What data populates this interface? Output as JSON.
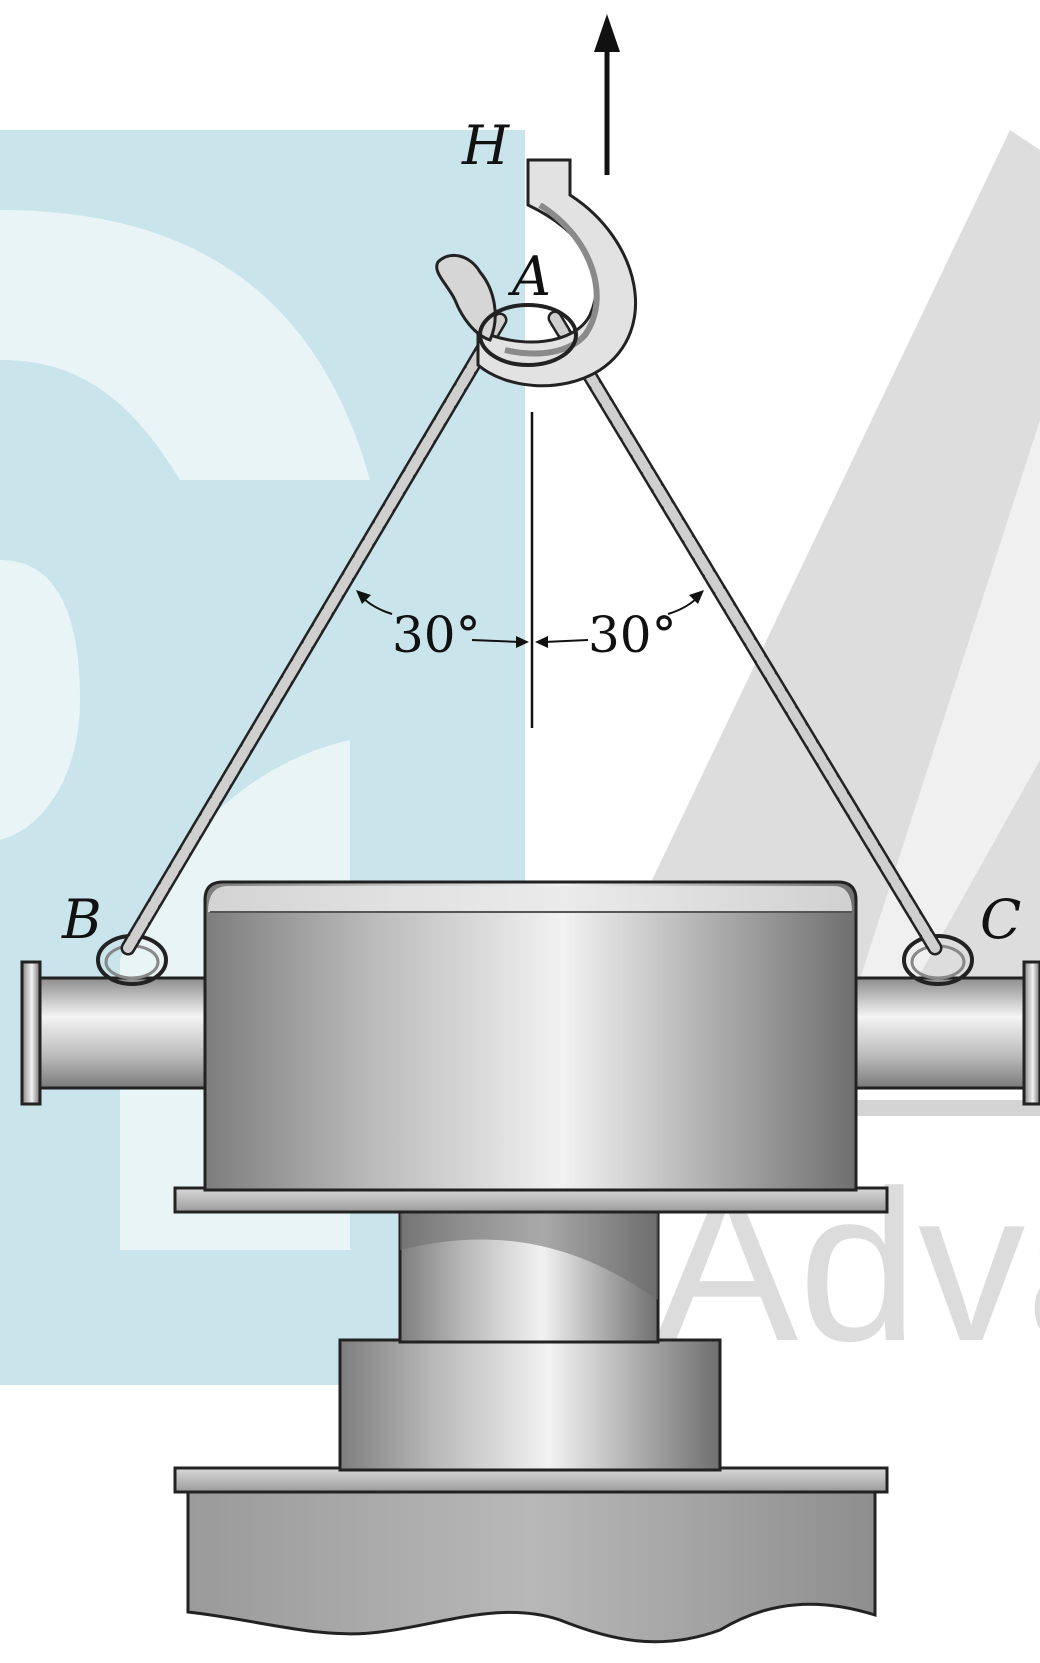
{
  "labels": {
    "hook": "H",
    "ring": "A",
    "left_attach": "B",
    "right_attach": "C"
  },
  "angles": {
    "left": "30°",
    "right": "30°"
  },
  "watermark": {
    "text": "Adva"
  },
  "colors": {
    "watermark_teal": "#9ccdd9",
    "watermark_gray": "#c9c9c9",
    "metal_dark": "#8a8a8a",
    "metal_light": "#efefef",
    "outline": "#222222"
  }
}
